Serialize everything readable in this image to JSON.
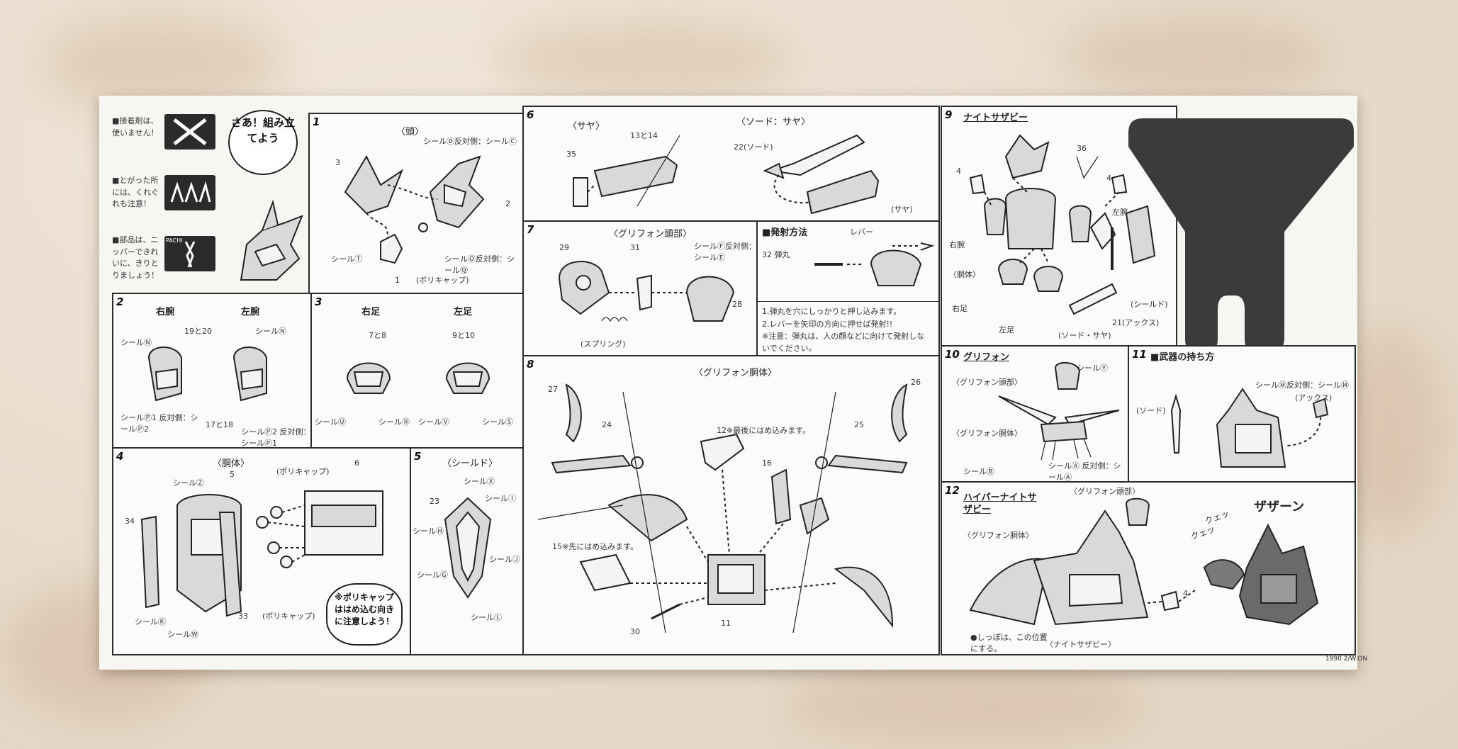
{
  "sidebar": {
    "warning1": "■接着剤は、使いません！",
    "warning2": "■とがった所には、くれぐれも注意！",
    "warning3": "■部品は、ニッパーできれいに、きりとりましょう！",
    "bubble": "さあ！組み立てよう",
    "pachi": "PACHI"
  },
  "s1": {
    "num": "1",
    "title": "〈頭〉",
    "seal_d": "シールⒹ反対側：シールⒸ",
    "seal_o": "シールⓄ反対側：シールⓆ",
    "seal_t": "シールⓉ",
    "polycap": "(ポリキャップ)",
    "p1": "1",
    "p2": "2",
    "p3": "3"
  },
  "s2": {
    "num": "2",
    "right": "右腕",
    "left": "左腕",
    "seal_n": "シールⓃ",
    "p19": "19と20",
    "p17": "17と18",
    "seal_p1": "シールⓅ1 反対側：シールⓅ2",
    "seal_p2": "シールⓅ2 反対側：シールⓅ1"
  },
  "s3": {
    "num": "3",
    "right": "右足",
    "left": "左足",
    "p7": "7と8",
    "p9": "9と10",
    "u": "シールⓊ",
    "r": "シールⓇ",
    "v": "シールⓋ",
    "s": "シールⓈ"
  },
  "s4": {
    "num": "4",
    "title": "〈胴体〉",
    "seal_z": "シールⓏ",
    "polycap": "(ポリキャップ)",
    "polycap2": "(ポリキャップ)",
    "p5": "5",
    "p6": "6",
    "p34": "34",
    "p33": "33",
    "seal_k": "シールⓀ",
    "seal_w": "シールⓌ",
    "bubble": "※ポリキャップははめ込む向きに注意しよう！"
  },
  "s5": {
    "num": "5",
    "title": "〈シールド〉",
    "x": "シールⓍ",
    "i": "シールⒾ",
    "h": "シールⒽ",
    "j": "シールⒿ",
    "g": "シールⒼ",
    "l": "シールⓁ",
    "p23": "23"
  },
  "s6": {
    "num": "6",
    "saya": "〈サヤ〉",
    "sword": "〈ソード：サヤ〉",
    "p35": "35",
    "p13": "13と14",
    "p22": "22(ソード)",
    "saya2": "(サヤ)"
  },
  "s7": {
    "num": "7",
    "title": "〈グリフォン頭部〉",
    "p29": "29",
    "p31": "31",
    "p28": "28",
    "spring": "(スプリング)",
    "seal_f": "シールⒻ反対側：シールⒺ"
  },
  "launch": {
    "title": "■発射方法",
    "lever": "レバー",
    "bullet": "32 弾丸",
    "line1": "1.弾丸を穴にしっかりと押し込みます。",
    "line2": "2.レバーを矢印の方向に押せば発射!!",
    "line3": "※注意：弾丸は、人の顔などに向けて発射しないでください。"
  },
  "s8": {
    "num": "8",
    "title": "〈グリフォン胴体〉",
    "p27": "27",
    "p24": "24",
    "p26": "26",
    "p25": "25",
    "p12": "12※最後にはめ込みます。",
    "p15": "15※先にはめ込みます。",
    "p16": "16",
    "p11": "11",
    "p30": "30"
  },
  "s9": {
    "num": "9",
    "title": "ナイトサザビー",
    "p36": "36",
    "p4a": "4",
    "p4b": "4",
    "right_arm": "右腕",
    "left_arm": "左腕",
    "body": "〈胴体〉",
    "right_leg": "右足",
    "left_leg": "左足",
    "shield": "(シールド)",
    "axe": "21(アックス)",
    "sword": "(ソード・サヤ)"
  },
  "s10": {
    "num": "10",
    "title": "グリフォン",
    "head": "〈グリフォン頭部〉",
    "body": "〈グリフォン胴体〉",
    "y": "シールⓎ",
    "b": "シールⒷ",
    "a": "シールⒶ 反対側：シールⒶ"
  },
  "s11": {
    "num": "11",
    "title": "■武器の持ち方",
    "sword": "(ソード)",
    "seal_m": "シールⓂ反対側：シールⓂ",
    "axe": "(アックス)"
  },
  "s12": {
    "num": "12",
    "title": "ハイパーナイトサザビー",
    "head": "〈グリフォン頭部〉",
    "body": "〈グリフォン胴体〉",
    "p4": "4",
    "note": "●しっぽは、この位置にする。",
    "knight": "〈ナイトサザビー〉",
    "sfx1": "ザザーン",
    "sfx2": "クェッ",
    "sfx3": "クェッ"
  },
  "footer": {
    "copyright": "1990 2/W.ON"
  }
}
